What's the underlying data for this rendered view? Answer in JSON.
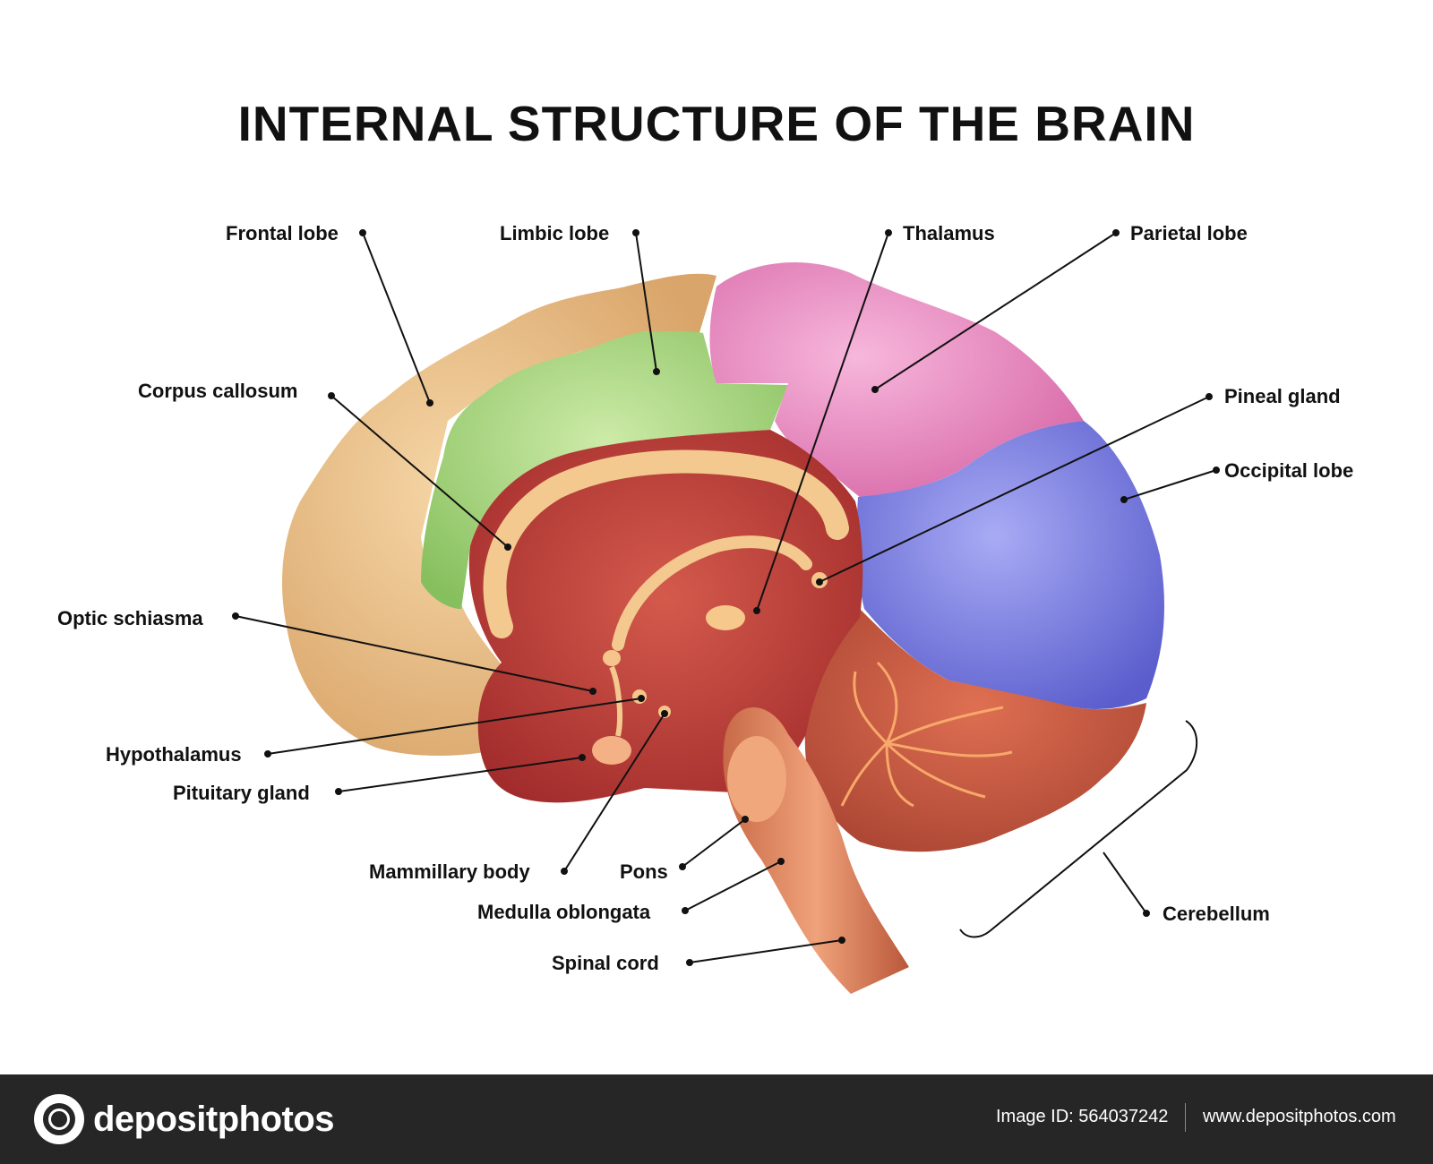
{
  "title": "INTERNAL STRUCTURE OF THE BRAIN",
  "colors": {
    "frontal_lobe": "#e8bd86",
    "limbic_lobe": "#a8d67e",
    "parietal_lobe": "#ec8fc2",
    "occipital_lobe": "#7b7ee6",
    "cerebellum": "#c95a44",
    "inner_region": "#b93838",
    "corpus_callosum": "#f3c98f",
    "brainstem": "#d9825a",
    "footer_bg": "#262626"
  },
  "labels": {
    "frontal_lobe": "Frontal lobe",
    "limbic_lobe": "Limbic lobe",
    "thalamus": "Thalamus",
    "parietal_lobe": "Parietal lobe",
    "corpus_callosum": "Corpus callosum",
    "pineal_gland": "Pineal gland",
    "occipital_lobe": "Occipital lobe",
    "optic_schiasma": "Optic schiasma",
    "hypothalamus": "Hypothalamus",
    "pituitary_gland": "Pituitary gland",
    "mammillary_body": "Mammillary body",
    "pons": "Pons",
    "medulla_oblongata": "Medulla oblongata",
    "spinal_cord": "Spinal cord",
    "cerebellum": "Cerebellum"
  },
  "footer": {
    "logo_icon": "depositphotos-logo-icon",
    "brand": "depositphotos",
    "image_id": "Image ID: 564037242",
    "site": "www.depositphotos.com"
  }
}
